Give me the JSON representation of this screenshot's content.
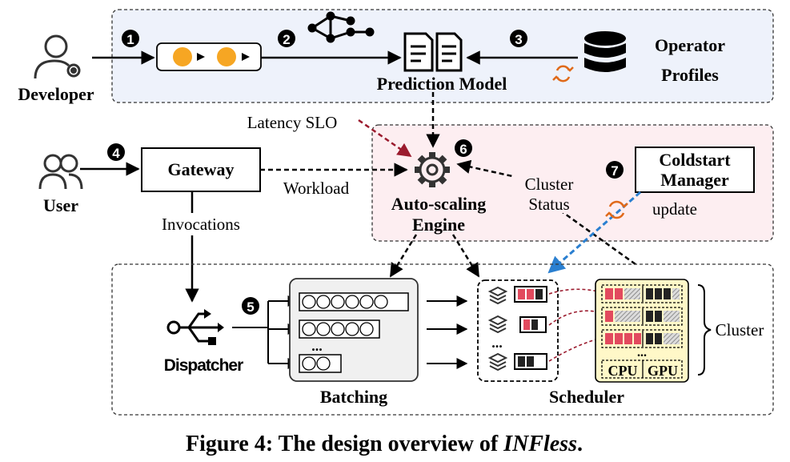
{
  "top_panel": {
    "developer_label": "Developer",
    "prediction_model_label": "Prediction Model",
    "operator_profiles_line1": "Operator",
    "operator_profiles_line2": "Profiles"
  },
  "steps": [
    "1",
    "2",
    "3",
    "4",
    "5",
    "6",
    "7"
  ],
  "middle": {
    "latency_slo_label": "Latency SLO",
    "user_label": "User",
    "gateway_label": "Gateway",
    "workload_label": "Workload",
    "invocations_label": "Invocations",
    "engine_line1": "Auto-scaling",
    "engine_line2": "Engine",
    "cluster_status_line1": "Cluster",
    "cluster_status_line2": "Status",
    "coldstart_line1": "Coldstart",
    "coldstart_line2": "Manager",
    "update_label": "update"
  },
  "bottom": {
    "dispatcher_label": "Dispatcher",
    "batching_label": "Batching",
    "scheduler_label": "Scheduler",
    "cluster_label": "Cluster",
    "cpu_label": "CPU",
    "gpu_label": "GPU",
    "ellipsis": "..."
  },
  "caption": {
    "prefix": "Figure 4: The design overview of ",
    "emphasis": "INFless",
    "suffix": "."
  },
  "colors": {
    "top_panel_fill": "#eef2fb",
    "engine_panel_fill": "#fdeef1",
    "batching_fill": "#f0f0f0",
    "cluster_fill": "#fff8c8",
    "node_orange": "#f6a623",
    "slot_red": "#e24a5e",
    "latency_arrow": "#9b1b2e",
    "update_arrow": "#2a7fd0",
    "cycle_orange": "#e06a1a"
  }
}
